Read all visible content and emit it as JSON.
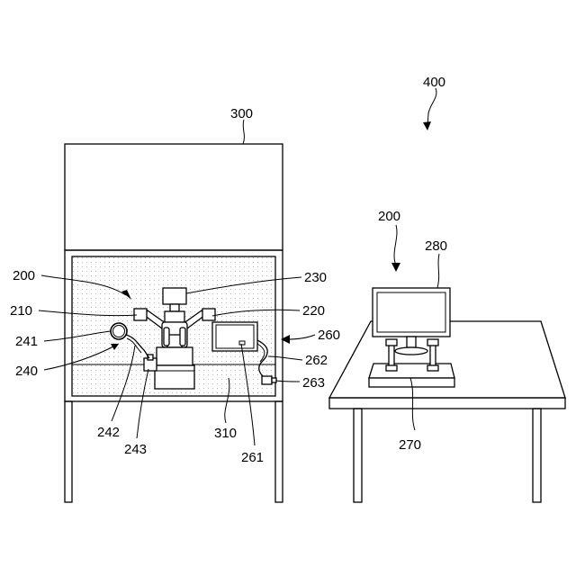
{
  "labels": {
    "l400": "400",
    "l300": "300",
    "l200_left": "200",
    "l200_right": "200",
    "l230": "230",
    "l210": "210",
    "l220": "220",
    "l241": "241",
    "l260": "260",
    "l240": "240",
    "l262": "262",
    "l263": "263",
    "l242": "242",
    "l243": "243",
    "l310": "310",
    "l261": "261",
    "l280": "280",
    "l270": "270"
  }
}
